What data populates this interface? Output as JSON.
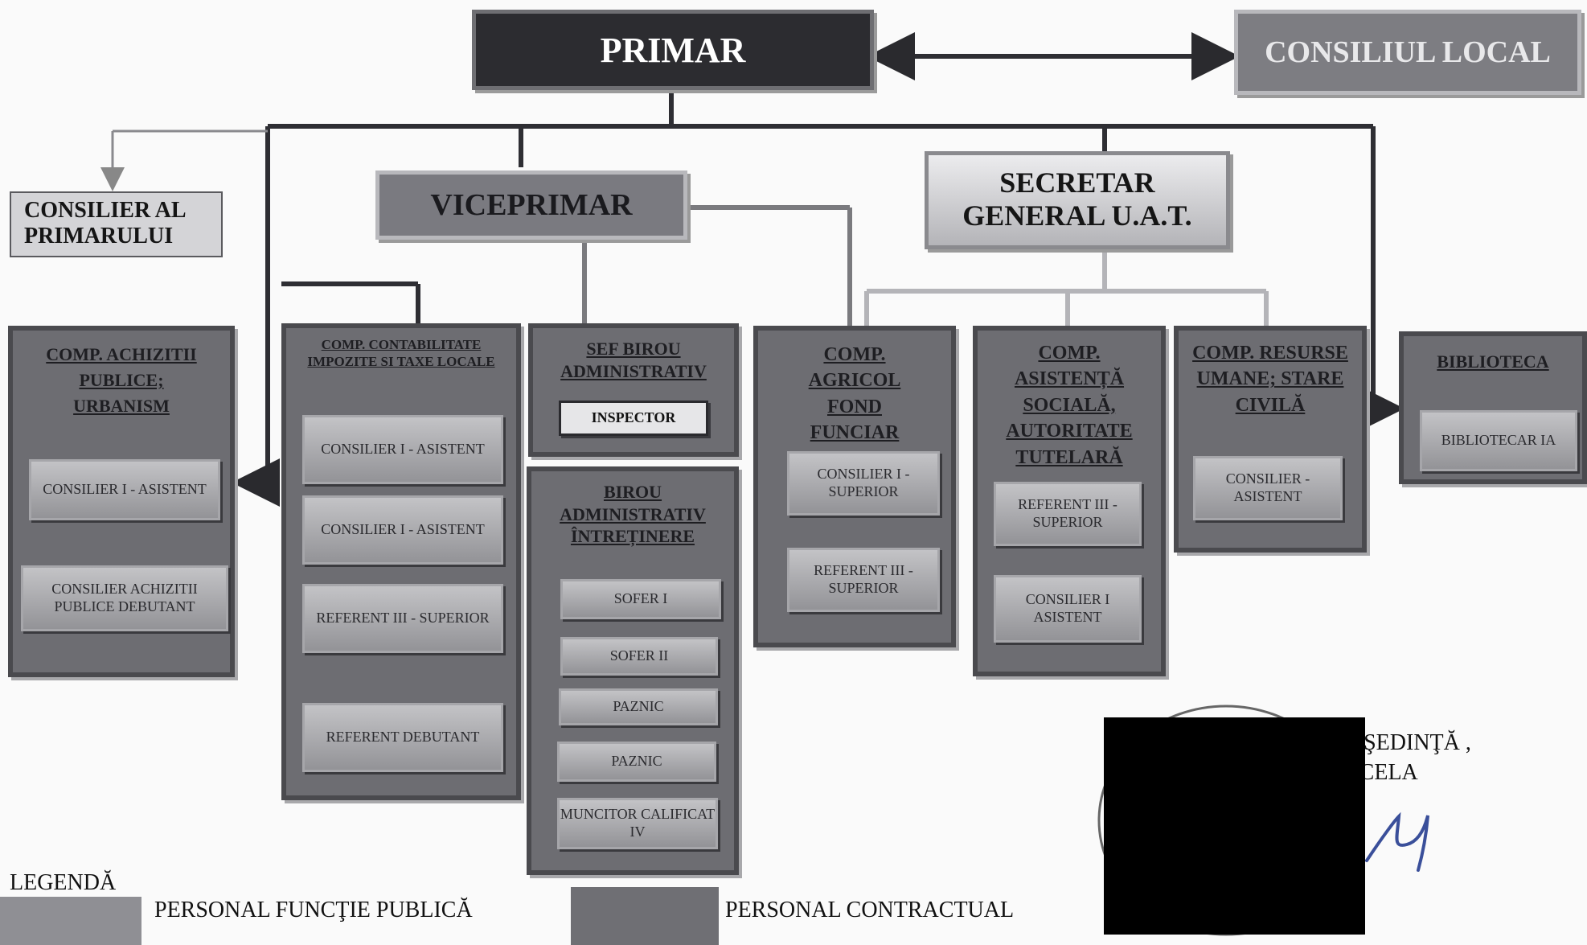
{
  "top": {
    "primar": "PRIMAR",
    "consiliu": "CONSILIUL LOCAL",
    "consilier": "CONSILIER AL PRIMARULUI",
    "viceprimar": "VICEPRIMAR",
    "secretar_line1": "SECRETAR",
    "secretar_line2": "GENERAL U.A.T."
  },
  "groups": {
    "achizitii": {
      "title": "COMP. ACHIZITII PUBLICE; URBANISM",
      "items": [
        "CONSILIER I - ASISTENT",
        "CONSILIER ACHIZITII PUBLICE DEBUTANT"
      ]
    },
    "contabilitate": {
      "title": "COMP. CONTABILITATE IMPOZITE SI TAXE LOCALE",
      "items": [
        "CONSILIER I - ASISTENT",
        "CONSILIER I - ASISTENT",
        "REFERENT III - SUPERIOR",
        "REFERENT DEBUTANT"
      ]
    },
    "sef_birou": {
      "title": "SEF BIROU ADMINISTRATIV",
      "items": [
        "INSPECTOR"
      ]
    },
    "birou_admin": {
      "title": "BIROU ADMINISTRATIV ÎNTREȚINERE",
      "items": [
        "SOFER I",
        "SOFER II",
        "PAZNIC",
        "PAZNIC",
        "MUNCITOR CALIFICAT IV"
      ]
    },
    "agricol": {
      "title": "COMP. AGRICOL FOND FUNCIAR",
      "items": [
        "CONSILIER I - SUPERIOR",
        "REFERENT III - SUPERIOR"
      ]
    },
    "asistenta": {
      "title": "COMP. ASISTENȚĂ SOCIALĂ, AUTORITATE TUTELARĂ",
      "items": [
        "REFERENT III - SUPERIOR",
        "CONSILIER I ASISTENT"
      ]
    },
    "resurse": {
      "title": "COMP. RESURSE UMANE; STARE CIVILĂ",
      "items": [
        "CONSILIER - ASISTENT"
      ]
    },
    "biblioteca": {
      "title": "BIBLIOTECA",
      "items": [
        "BIBLIOTECAR IA"
      ]
    }
  },
  "legend": {
    "title": "LEGENDĂ",
    "public": "PERSONAL FUNCŢIE PUBLICĂ",
    "contract": "PERSONAL CONTRACTUAL"
  },
  "signature": {
    "line1": "E ŞEDINŢĂ ,",
    "line2": "RCELA"
  }
}
